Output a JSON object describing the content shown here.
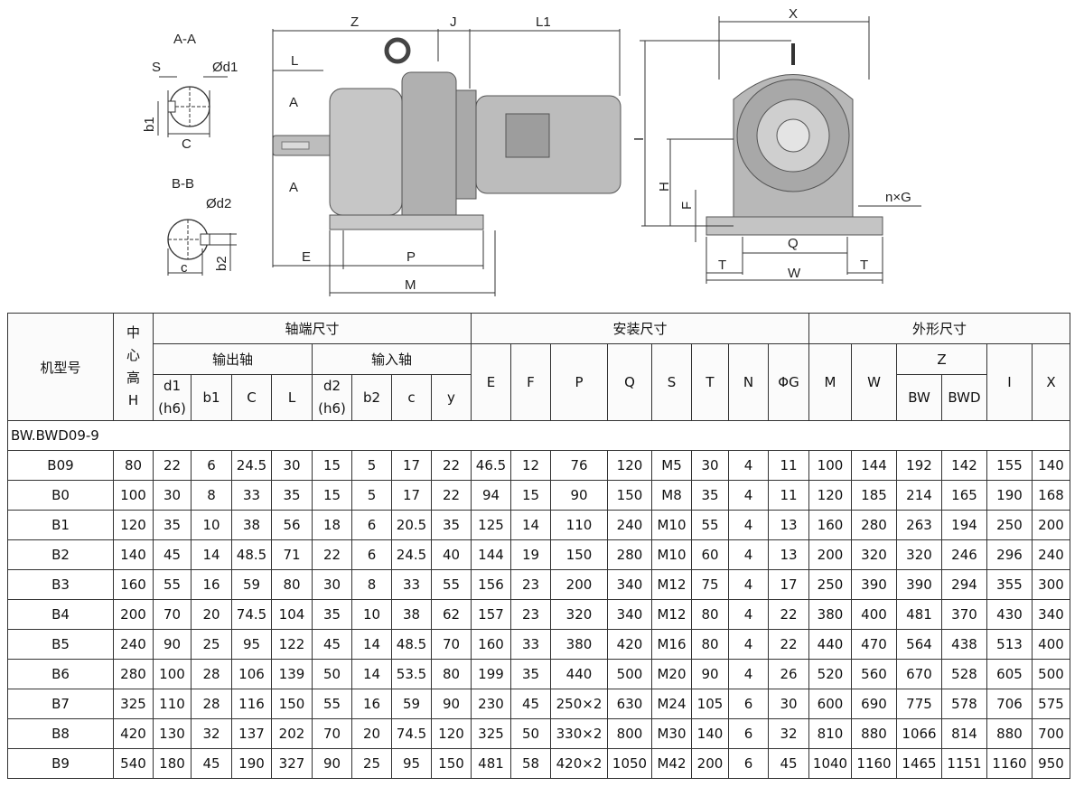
{
  "drawing": {
    "section_aa": "A-A",
    "section_bb": "B-B",
    "labels": {
      "S": "S",
      "d1": "Ød1",
      "b1": "b1",
      "C": "C",
      "d2": "Ød2",
      "c": "c",
      "b2": "b2",
      "Z": "Z",
      "J": "J",
      "L1": "L1",
      "L": "L",
      "A_top": "A",
      "A_bottom": "A",
      "E": "E",
      "P": "P",
      "M": "M",
      "X": "X",
      "I": "I",
      "H": "H",
      "F": "F",
      "nG": "n×G",
      "Q": "Q",
      "T_left": "T",
      "T_right": "T",
      "W": "W"
    }
  },
  "table": {
    "model_header": "机型号",
    "center_height_header": [
      "中",
      "心",
      "高",
      "H"
    ],
    "shaft_end_header": "轴端尺寸",
    "output_shaft_header": "输出轴",
    "input_shaft_header": "输入轴",
    "install_header": "安装尺寸",
    "outline_header": "外形尺寸",
    "z_header": "Z",
    "cols": {
      "d1": [
        "d1",
        "(h6)"
      ],
      "b1": "b1",
      "C": "C",
      "L": "L",
      "d2": [
        "d2",
        "(h6)"
      ],
      "b2": "b2",
      "c": "c",
      "y": "y",
      "E": "E",
      "F": "F",
      "P": "P",
      "Q": "Q",
      "S": "S",
      "T": "T",
      "N": "N",
      "G": "ΦG",
      "M": "M",
      "W": "W",
      "BW": "BW",
      "BWD": "BWD",
      "I": "I",
      "X": "X"
    },
    "series_label": "BW.BWD09-9",
    "rows": [
      [
        "B09",
        "80",
        "22",
        "6",
        "24.5",
        "30",
        "15",
        "5",
        "17",
        "22",
        "46.5",
        "12",
        "76",
        "120",
        "M5",
        "30",
        "4",
        "11",
        "100",
        "144",
        "192",
        "142",
        "155",
        "140"
      ],
      [
        "B0",
        "100",
        "30",
        "8",
        "33",
        "35",
        "15",
        "5",
        "17",
        "22",
        "94",
        "15",
        "90",
        "150",
        "M8",
        "35",
        "4",
        "11",
        "120",
        "185",
        "214",
        "165",
        "190",
        "168"
      ],
      [
        "B1",
        "120",
        "35",
        "10",
        "38",
        "56",
        "18",
        "6",
        "20.5",
        "35",
        "125",
        "14",
        "110",
        "240",
        "M10",
        "55",
        "4",
        "13",
        "160",
        "280",
        "263",
        "194",
        "250",
        "200"
      ],
      [
        "B2",
        "140",
        "45",
        "14",
        "48.5",
        "71",
        "22",
        "6",
        "24.5",
        "40",
        "144",
        "19",
        "150",
        "280",
        "M10",
        "60",
        "4",
        "13",
        "200",
        "320",
        "320",
        "246",
        "296",
        "240"
      ],
      [
        "B3",
        "160",
        "55",
        "16",
        "59",
        "80",
        "30",
        "8",
        "33",
        "55",
        "156",
        "23",
        "200",
        "340",
        "M12",
        "75",
        "4",
        "17",
        "250",
        "390",
        "390",
        "294",
        "355",
        "300"
      ],
      [
        "B4",
        "200",
        "70",
        "20",
        "74.5",
        "104",
        "35",
        "10",
        "38",
        "62",
        "157",
        "23",
        "320",
        "340",
        "M12",
        "80",
        "4",
        "22",
        "380",
        "400",
        "481",
        "370",
        "430",
        "340"
      ],
      [
        "B5",
        "240",
        "90",
        "25",
        "95",
        "122",
        "45",
        "14",
        "48.5",
        "70",
        "160",
        "33",
        "380",
        "420",
        "M16",
        "80",
        "4",
        "22",
        "440",
        "470",
        "564",
        "438",
        "513",
        "400"
      ],
      [
        "B6",
        "280",
        "100",
        "28",
        "106",
        "139",
        "50",
        "14",
        "53.5",
        "80",
        "199",
        "35",
        "440",
        "500",
        "M20",
        "90",
        "4",
        "26",
        "520",
        "560",
        "670",
        "528",
        "605",
        "500"
      ],
      [
        "B7",
        "325",
        "110",
        "28",
        "116",
        "150",
        "55",
        "16",
        "59",
        "90",
        "230",
        "45",
        "250×2",
        "630",
        "M24",
        "105",
        "6",
        "30",
        "600",
        "690",
        "775",
        "578",
        "706",
        "575"
      ],
      [
        "B8",
        "420",
        "130",
        "32",
        "137",
        "202",
        "70",
        "20",
        "74.5",
        "120",
        "325",
        "50",
        "330×2",
        "800",
        "M30",
        "140",
        "6",
        "32",
        "810",
        "880",
        "1066",
        "814",
        "880",
        "700"
      ],
      [
        "B9",
        "540",
        "180",
        "45",
        "190",
        "327",
        "90",
        "25",
        "95",
        "150",
        "481",
        "58",
        "420×2",
        "1050",
        "M42",
        "200",
        "6",
        "45",
        "1040",
        "1160",
        "1465",
        "1151",
        "1160",
        "950"
      ]
    ]
  }
}
